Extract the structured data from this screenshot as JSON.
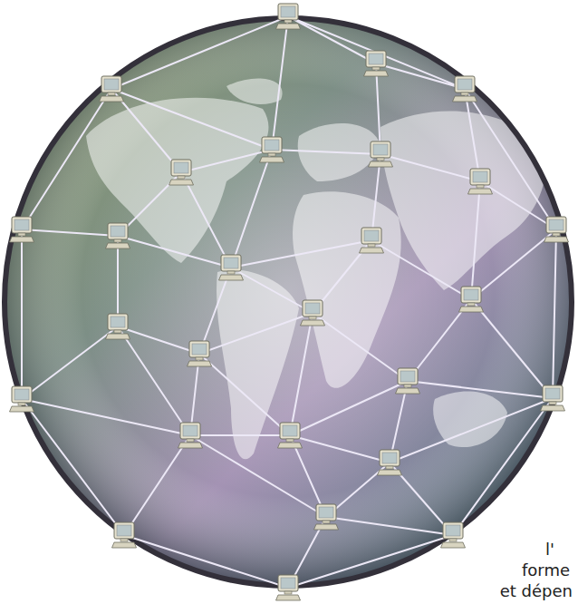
{
  "diagram": {
    "labels": [
      "l'",
      "forme",
      "et dépen"
    ]
  }
}
